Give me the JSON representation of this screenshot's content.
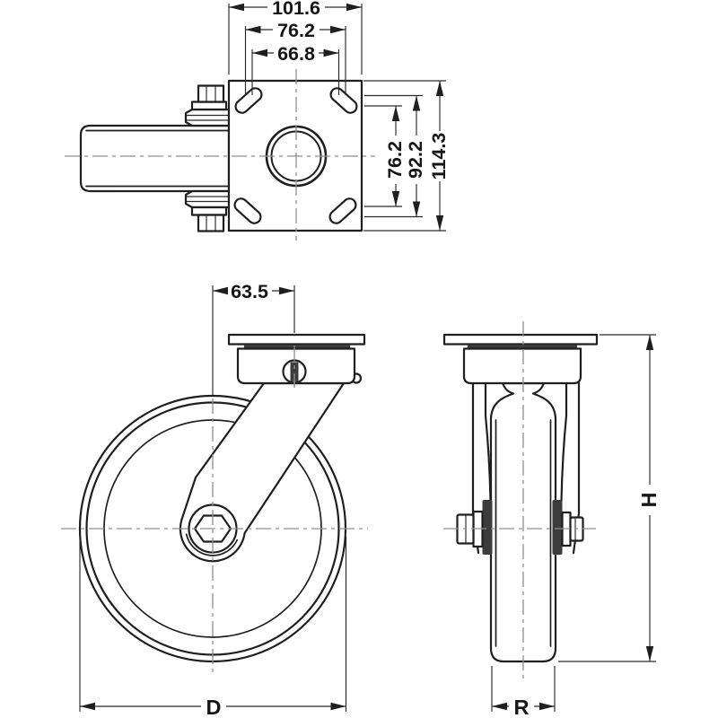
{
  "colors": {
    "ink": "#1f1f1f",
    "centerline_gray": "#8f8f8f",
    "hardware_dark_fill": "#3c3c3c",
    "background": "#ffffff"
  },
  "views": {
    "top": {
      "name": "top-plate-view",
      "dims": {
        "width_overall": "101.6",
        "width_slot_centers": "76.2",
        "width_slot_inner": "66.8",
        "height_slot_centers": "76.2",
        "height_slot_outer": "92.2",
        "height_overall": "114.3"
      }
    },
    "front": {
      "name": "front-swivel-view",
      "dims": {
        "swivel_offset": "63.5",
        "wheel_diameter": "D"
      }
    },
    "side": {
      "name": "side-view",
      "dims": {
        "overall_height": "H",
        "wheel_width": "R"
      }
    }
  }
}
